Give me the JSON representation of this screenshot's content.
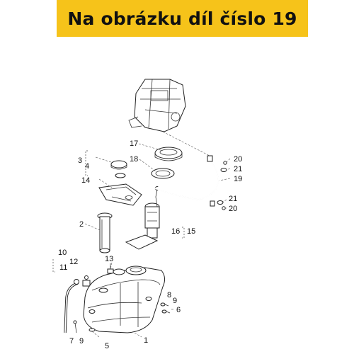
{
  "banner": {
    "text": "Na obrázku díl číslo 19"
  },
  "parts": {
    "p1": "1",
    "p2": "2",
    "p3": "3",
    "p4": "4",
    "p5": "5",
    "p6": "6",
    "p7": "7",
    "p8": "8",
    "p9a": "9",
    "p9b": "9",
    "p10": "10",
    "p11": "11",
    "p12": "12",
    "p13": "13",
    "p14": "14",
    "p15": "15",
    "p16": "16",
    "p17": "17",
    "p18": "18",
    "p19": "19",
    "p20a": "20",
    "p20b": "20",
    "p21a": "21",
    "p21b": "21"
  },
  "colors": {
    "banner": "#f6c31a",
    "line": "#222222"
  }
}
